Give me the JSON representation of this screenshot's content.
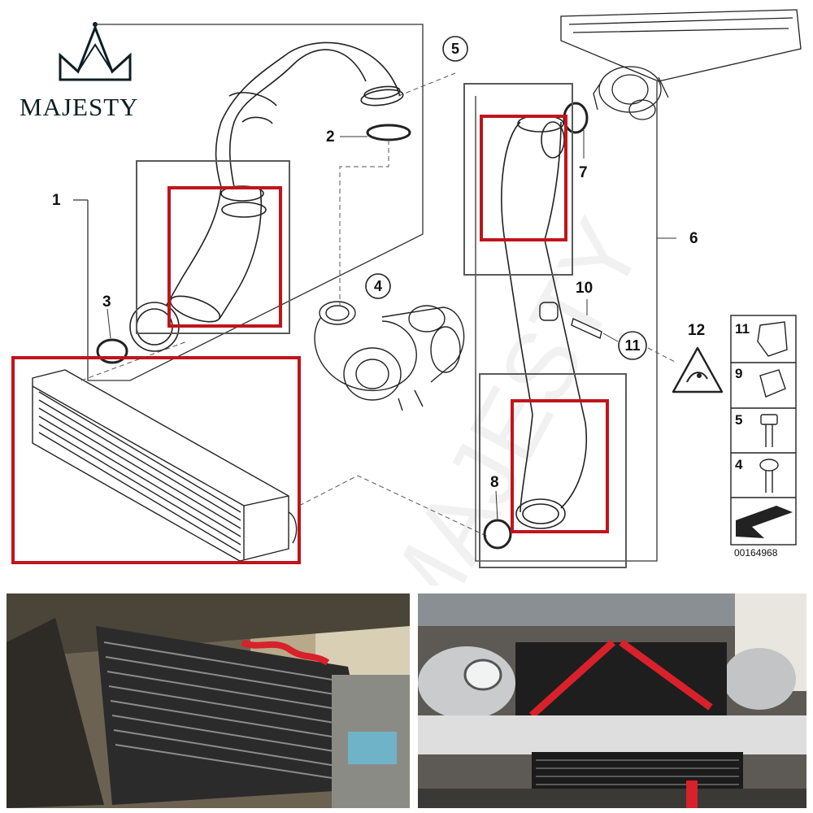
{
  "brand": {
    "name": "MAJESTY",
    "watermark": "MAJESTY"
  },
  "callouts": [
    "1",
    "2",
    "3",
    "4",
    "5",
    "6",
    "7",
    "8",
    "10",
    "11",
    "12"
  ],
  "parts_legend": [
    "11",
    "9",
    "5",
    "4"
  ],
  "diagram_code": "00164968",
  "colors": {
    "highlight": "#c0151b",
    "frame": "#5a5a5a",
    "line": "#222222",
    "accent_red": "#d8212a"
  }
}
